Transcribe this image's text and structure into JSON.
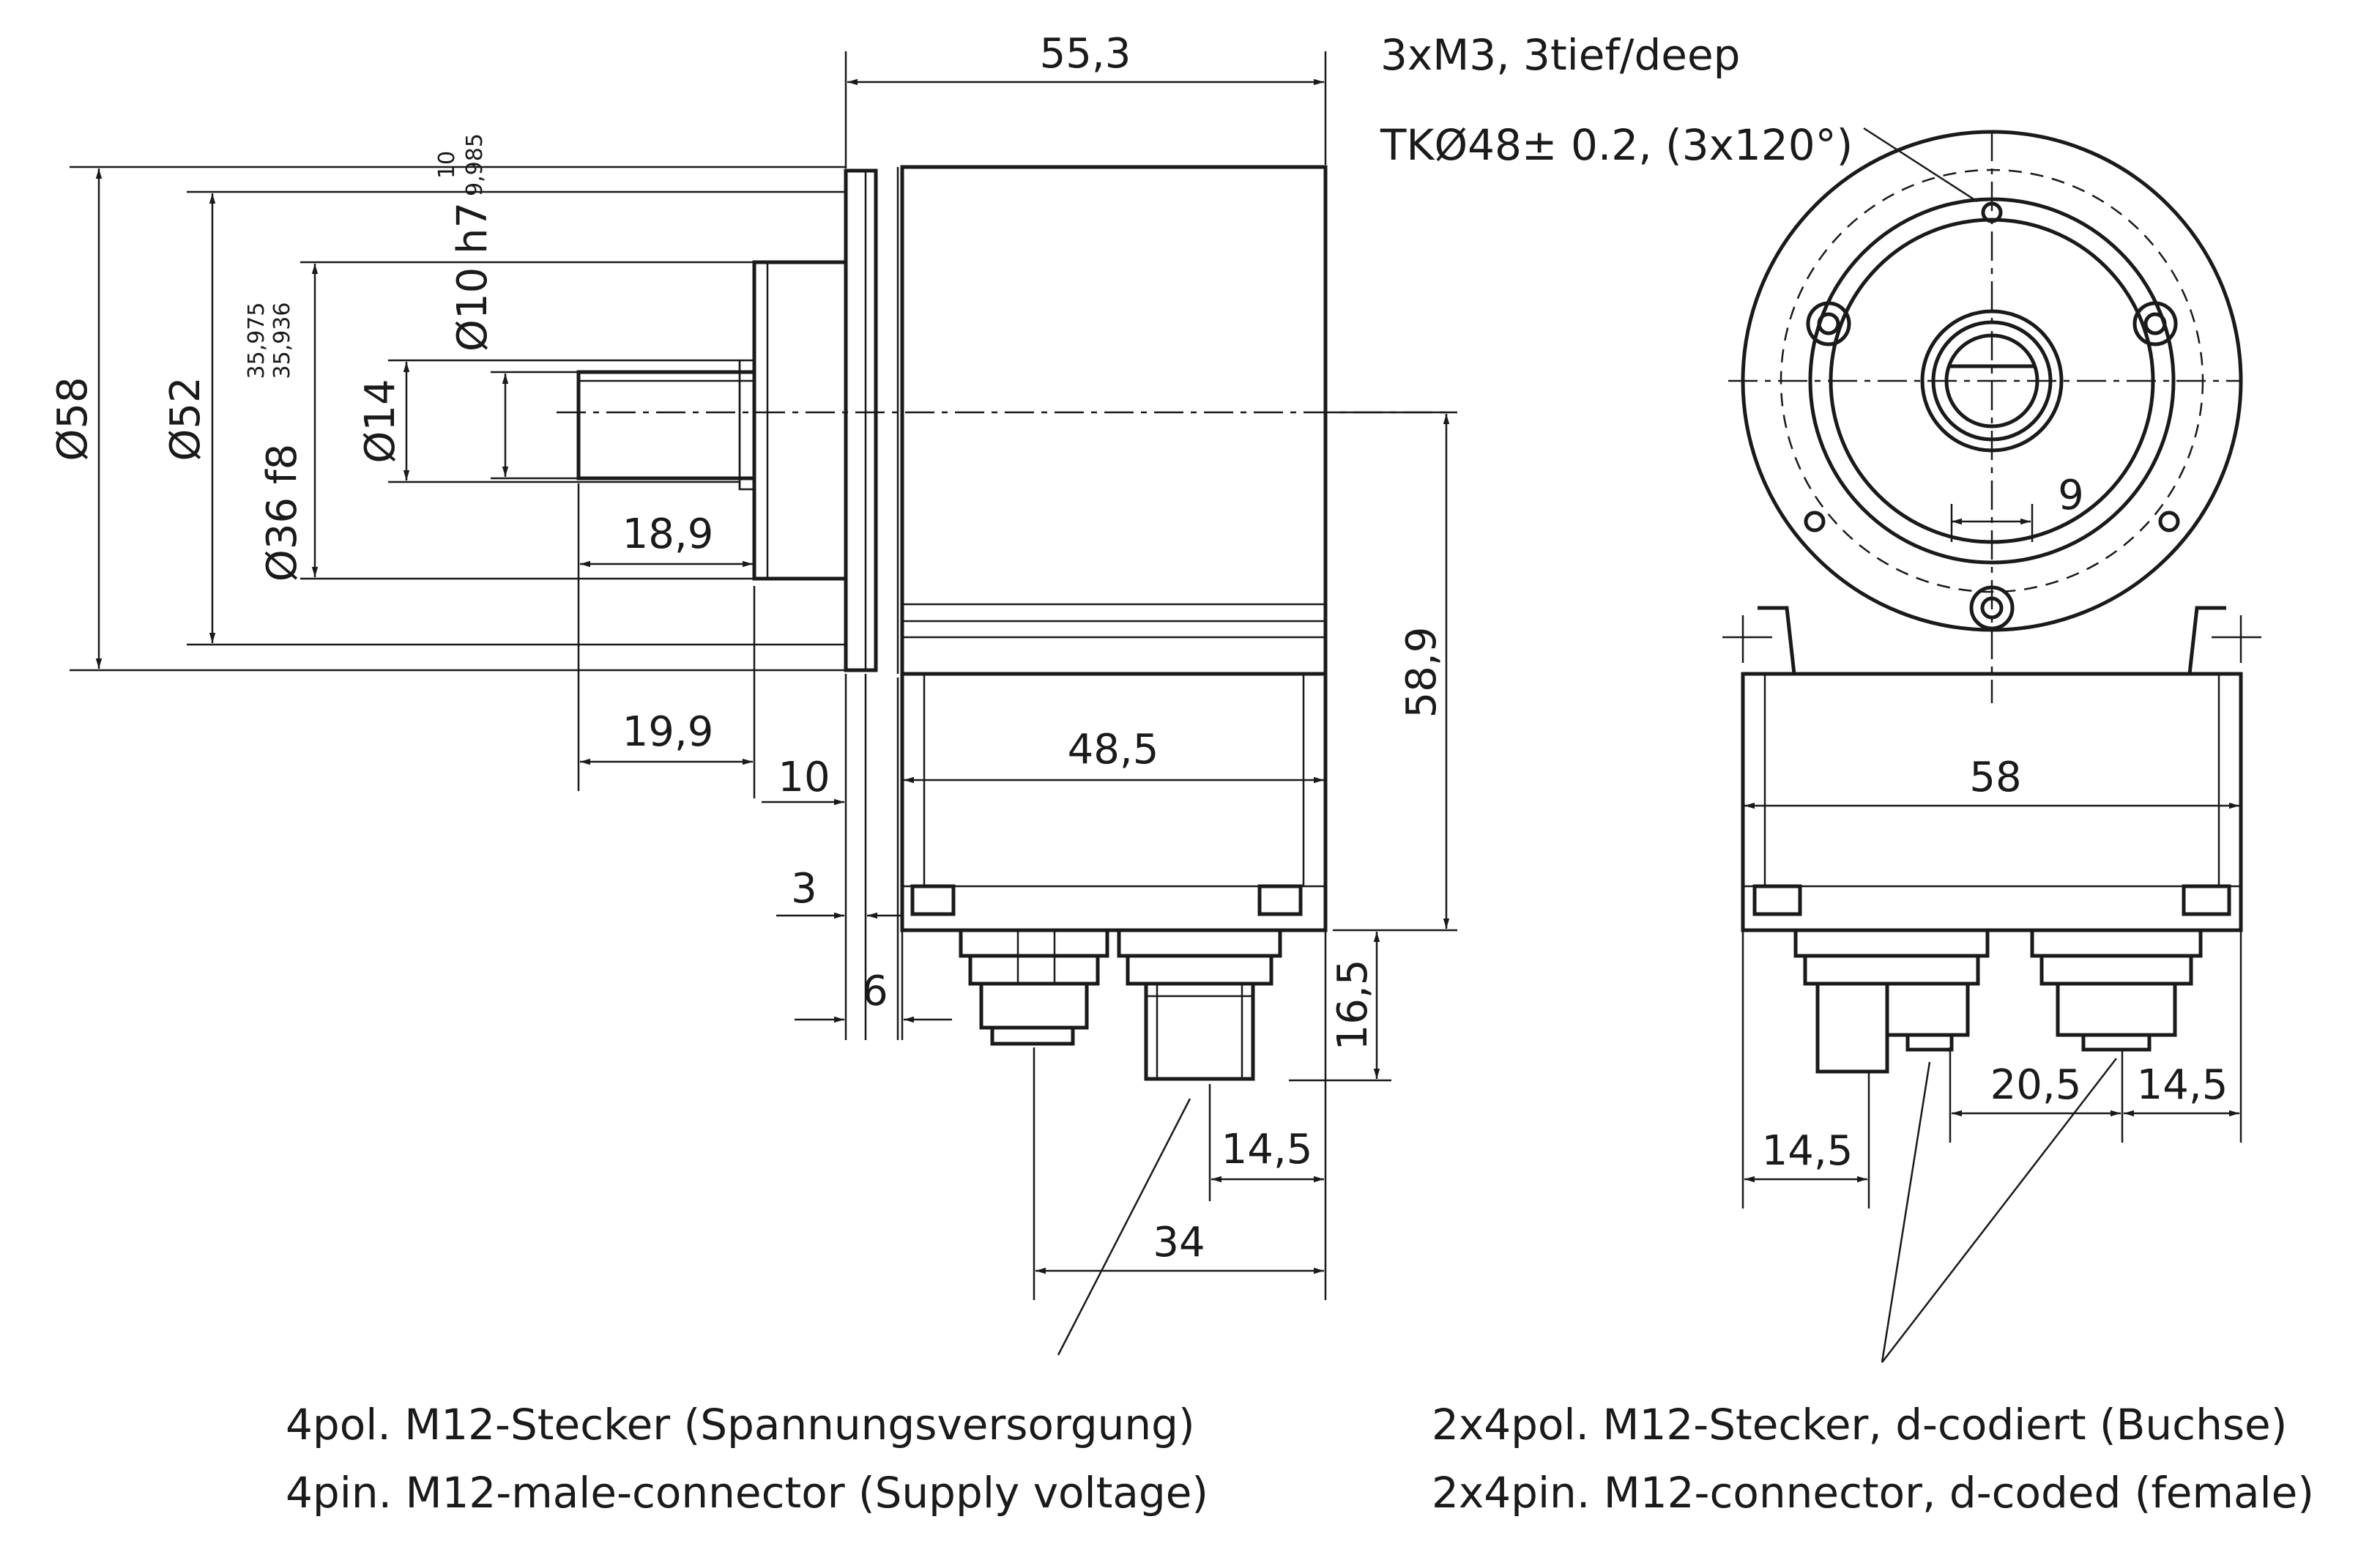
{
  "side_view": {
    "dim_length_top": "55,3",
    "dim_dia_58": "Ø58",
    "dim_dia_52": "Ø52",
    "dim_dia_36": "Ø36 f8",
    "tol_36_upper": "35,975",
    "tol_36_lower": "35,936",
    "dim_dia_14": "Ø14",
    "dim_dia_10": "Ø10 h7",
    "tol_10_upper": "10",
    "tol_10_lower": "9,985",
    "dim_18_9": "18,9",
    "dim_19_9": "19,9",
    "dim_10": "10",
    "dim_3": "3",
    "dim_6": "6",
    "dim_48_5": "48,5",
    "dim_58_9": "58,9",
    "dim_16_5": "16,5",
    "dim_14_5": "14,5",
    "dim_34": "34"
  },
  "front_view": {
    "hole_spec_line1": "3xM3, 3tief/deep",
    "hole_spec_line2": "TKØ48± 0.2, (3x120°)",
    "dim_9": "9",
    "dim_58": "58",
    "dim_20_5": "20,5",
    "dim_14_5_right": "14,5",
    "dim_14_5_left": "14,5"
  },
  "notes": {
    "left_de": "4pol. M12-Stecker (Spannungsversorgung)",
    "left_en": "4pin. M12-male-connector (Supply voltage)",
    "right_de": "2x4pol. M12-Stecker, d-codiert (Buchse)",
    "right_en": "2x4pin. M12-connector, d-coded (female)"
  }
}
